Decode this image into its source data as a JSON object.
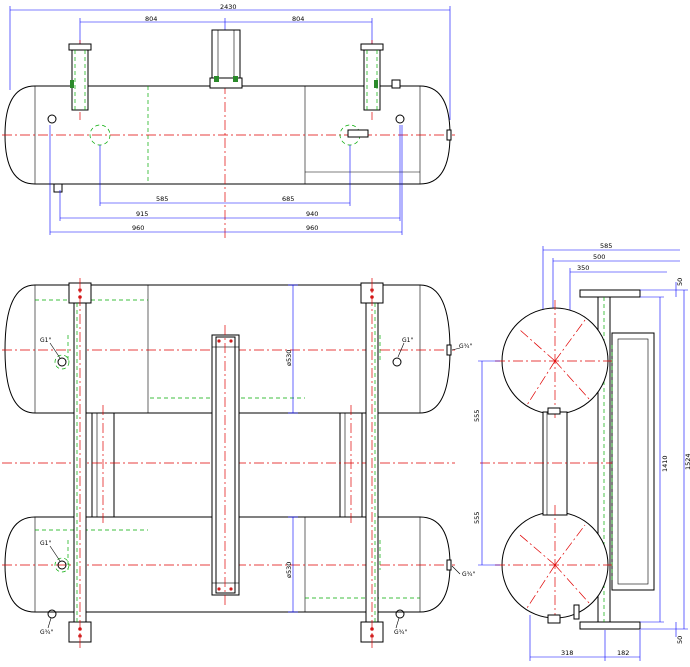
{
  "colors": {
    "outline": "#000000",
    "hidden_line": "#00aa00",
    "center_line": "#e00000",
    "dimension_line": "#0000ff",
    "background": "#ffffff"
  },
  "top_view": {
    "dims": {
      "overall": "2430",
      "left_top": "804",
      "right_top": "804",
      "inner_left": "585",
      "inner_right": "685",
      "lower_left": "915",
      "lower_right": "940",
      "bottom_left": "960",
      "bottom_right": "960"
    }
  },
  "plan_view": {
    "labels": {
      "g1_upper_left": "G1\"",
      "g1_upper_right": "G1\"",
      "g34_upper": "G¾\"",
      "g1_lower_left": "G1\"",
      "g34_lower": "G¾\"",
      "g34_bottom_left": "G¾\"",
      "g34_bottom_right": "G¾\""
    },
    "dims": {
      "diameter_upper": "ø530",
      "diameter_lower": "ø530"
    }
  },
  "side_view": {
    "dims": {
      "width_585": "585",
      "width_500": "500",
      "width_350": "350",
      "top_50": "50",
      "height_1410": "1410",
      "height_1524": "1524",
      "bottom_50": "50",
      "spacing_upper": "555",
      "spacing_lower": "555",
      "bottom_318": "318",
      "bottom_182": "182"
    }
  }
}
